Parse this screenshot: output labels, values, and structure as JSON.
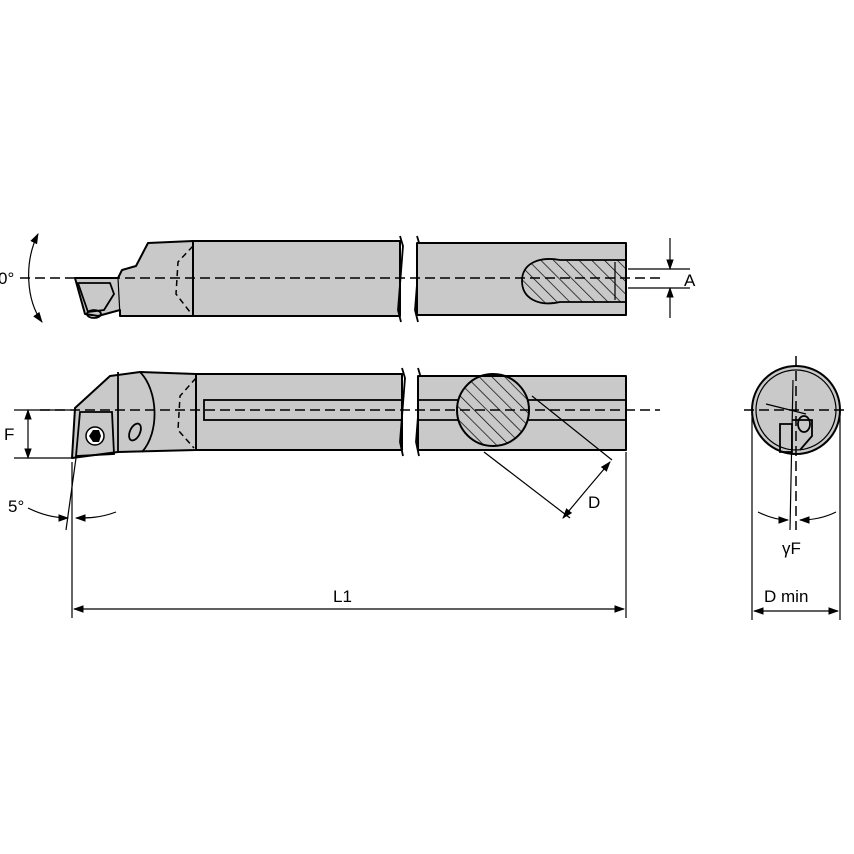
{
  "labels": {
    "top_angle": "0°",
    "dim_a": "A",
    "dim_f": "F",
    "angle_5": "5°",
    "dim_d": "D",
    "dim_l1": "L1",
    "gamma_f": "γF",
    "d_min": "D min"
  }
}
